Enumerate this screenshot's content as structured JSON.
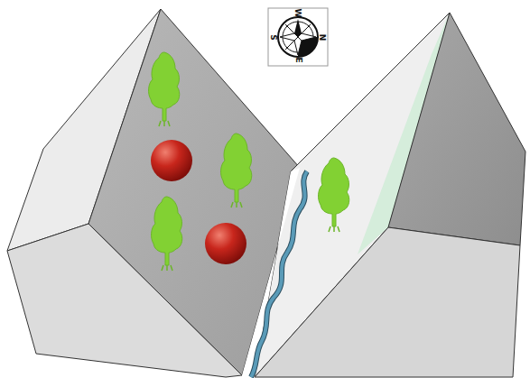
{
  "diagram": {
    "labels": [
      "W",
      "S",
      "N",
      "E"
    ]
  }
}
